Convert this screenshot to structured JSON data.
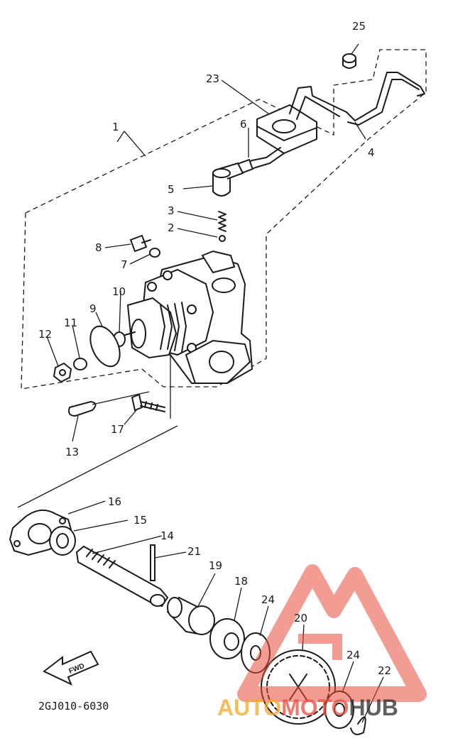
{
  "labels": {
    "p1": "1",
    "p2": "2",
    "p3": "3",
    "p4": "4",
    "p5": "5",
    "p6": "6",
    "p7": "7",
    "p8": "8",
    "p9": "9",
    "p10": "10",
    "p11": "11",
    "p12": "12",
    "p13": "13",
    "p14": "14",
    "p15": "15",
    "p16": "16",
    "p17": "17",
    "p18": "18",
    "p19": "19",
    "p20": "20",
    "p21": "21",
    "p22": "22",
    "p23": "23",
    "p24a": "24",
    "p24b": "24",
    "p25": "25"
  },
  "diagram_code": "2GJ010-6030",
  "fwd_marker": "FWD",
  "watermark": {
    "part1": "AUTO",
    "part2": "MOTO",
    "part3": "HUB",
    "color_orange": "#f5a623",
    "color_red": "#e84c3d",
    "color_dark": "#2b2b2b"
  }
}
